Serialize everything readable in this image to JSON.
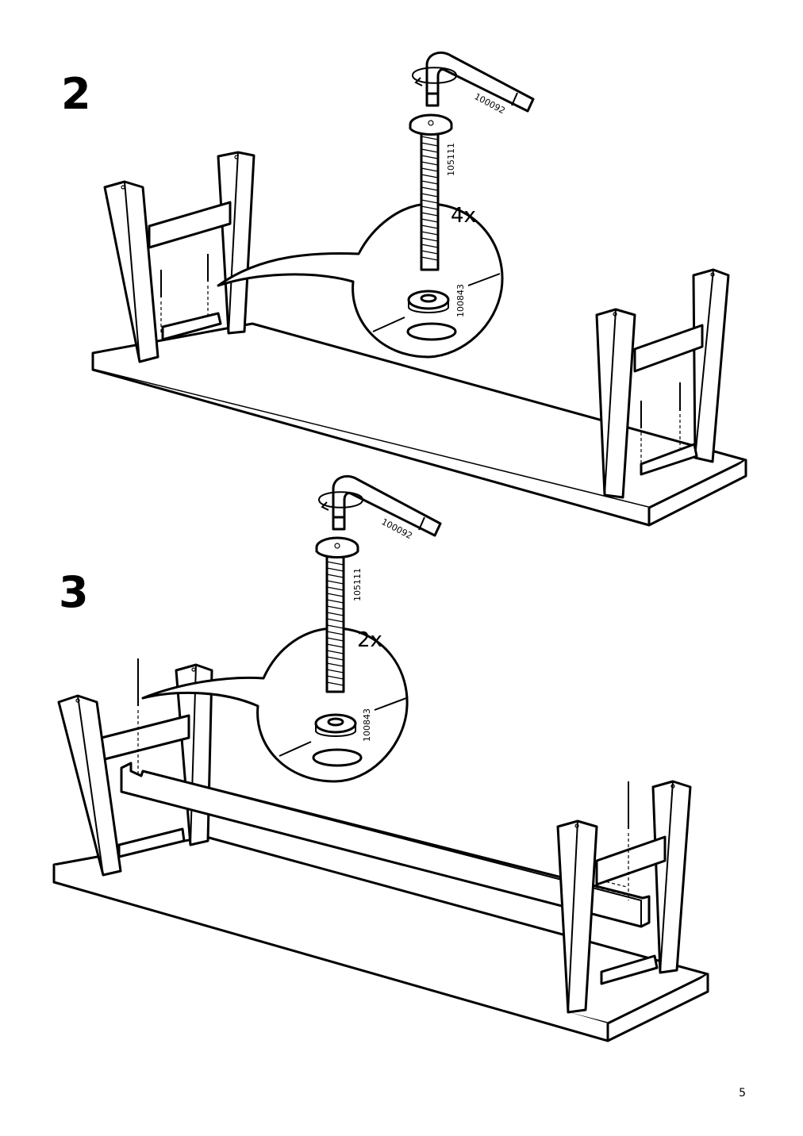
{
  "steps": [
    {
      "number": "2",
      "quantity": "4x",
      "parts": {
        "tool": "100092",
        "bolt": "105111",
        "washer": "100843"
      }
    },
    {
      "number": "3",
      "quantity": "2x",
      "parts": {
        "tool": "100092",
        "bolt": "105111",
        "washer": "100843"
      }
    }
  ],
  "page_number": "5"
}
